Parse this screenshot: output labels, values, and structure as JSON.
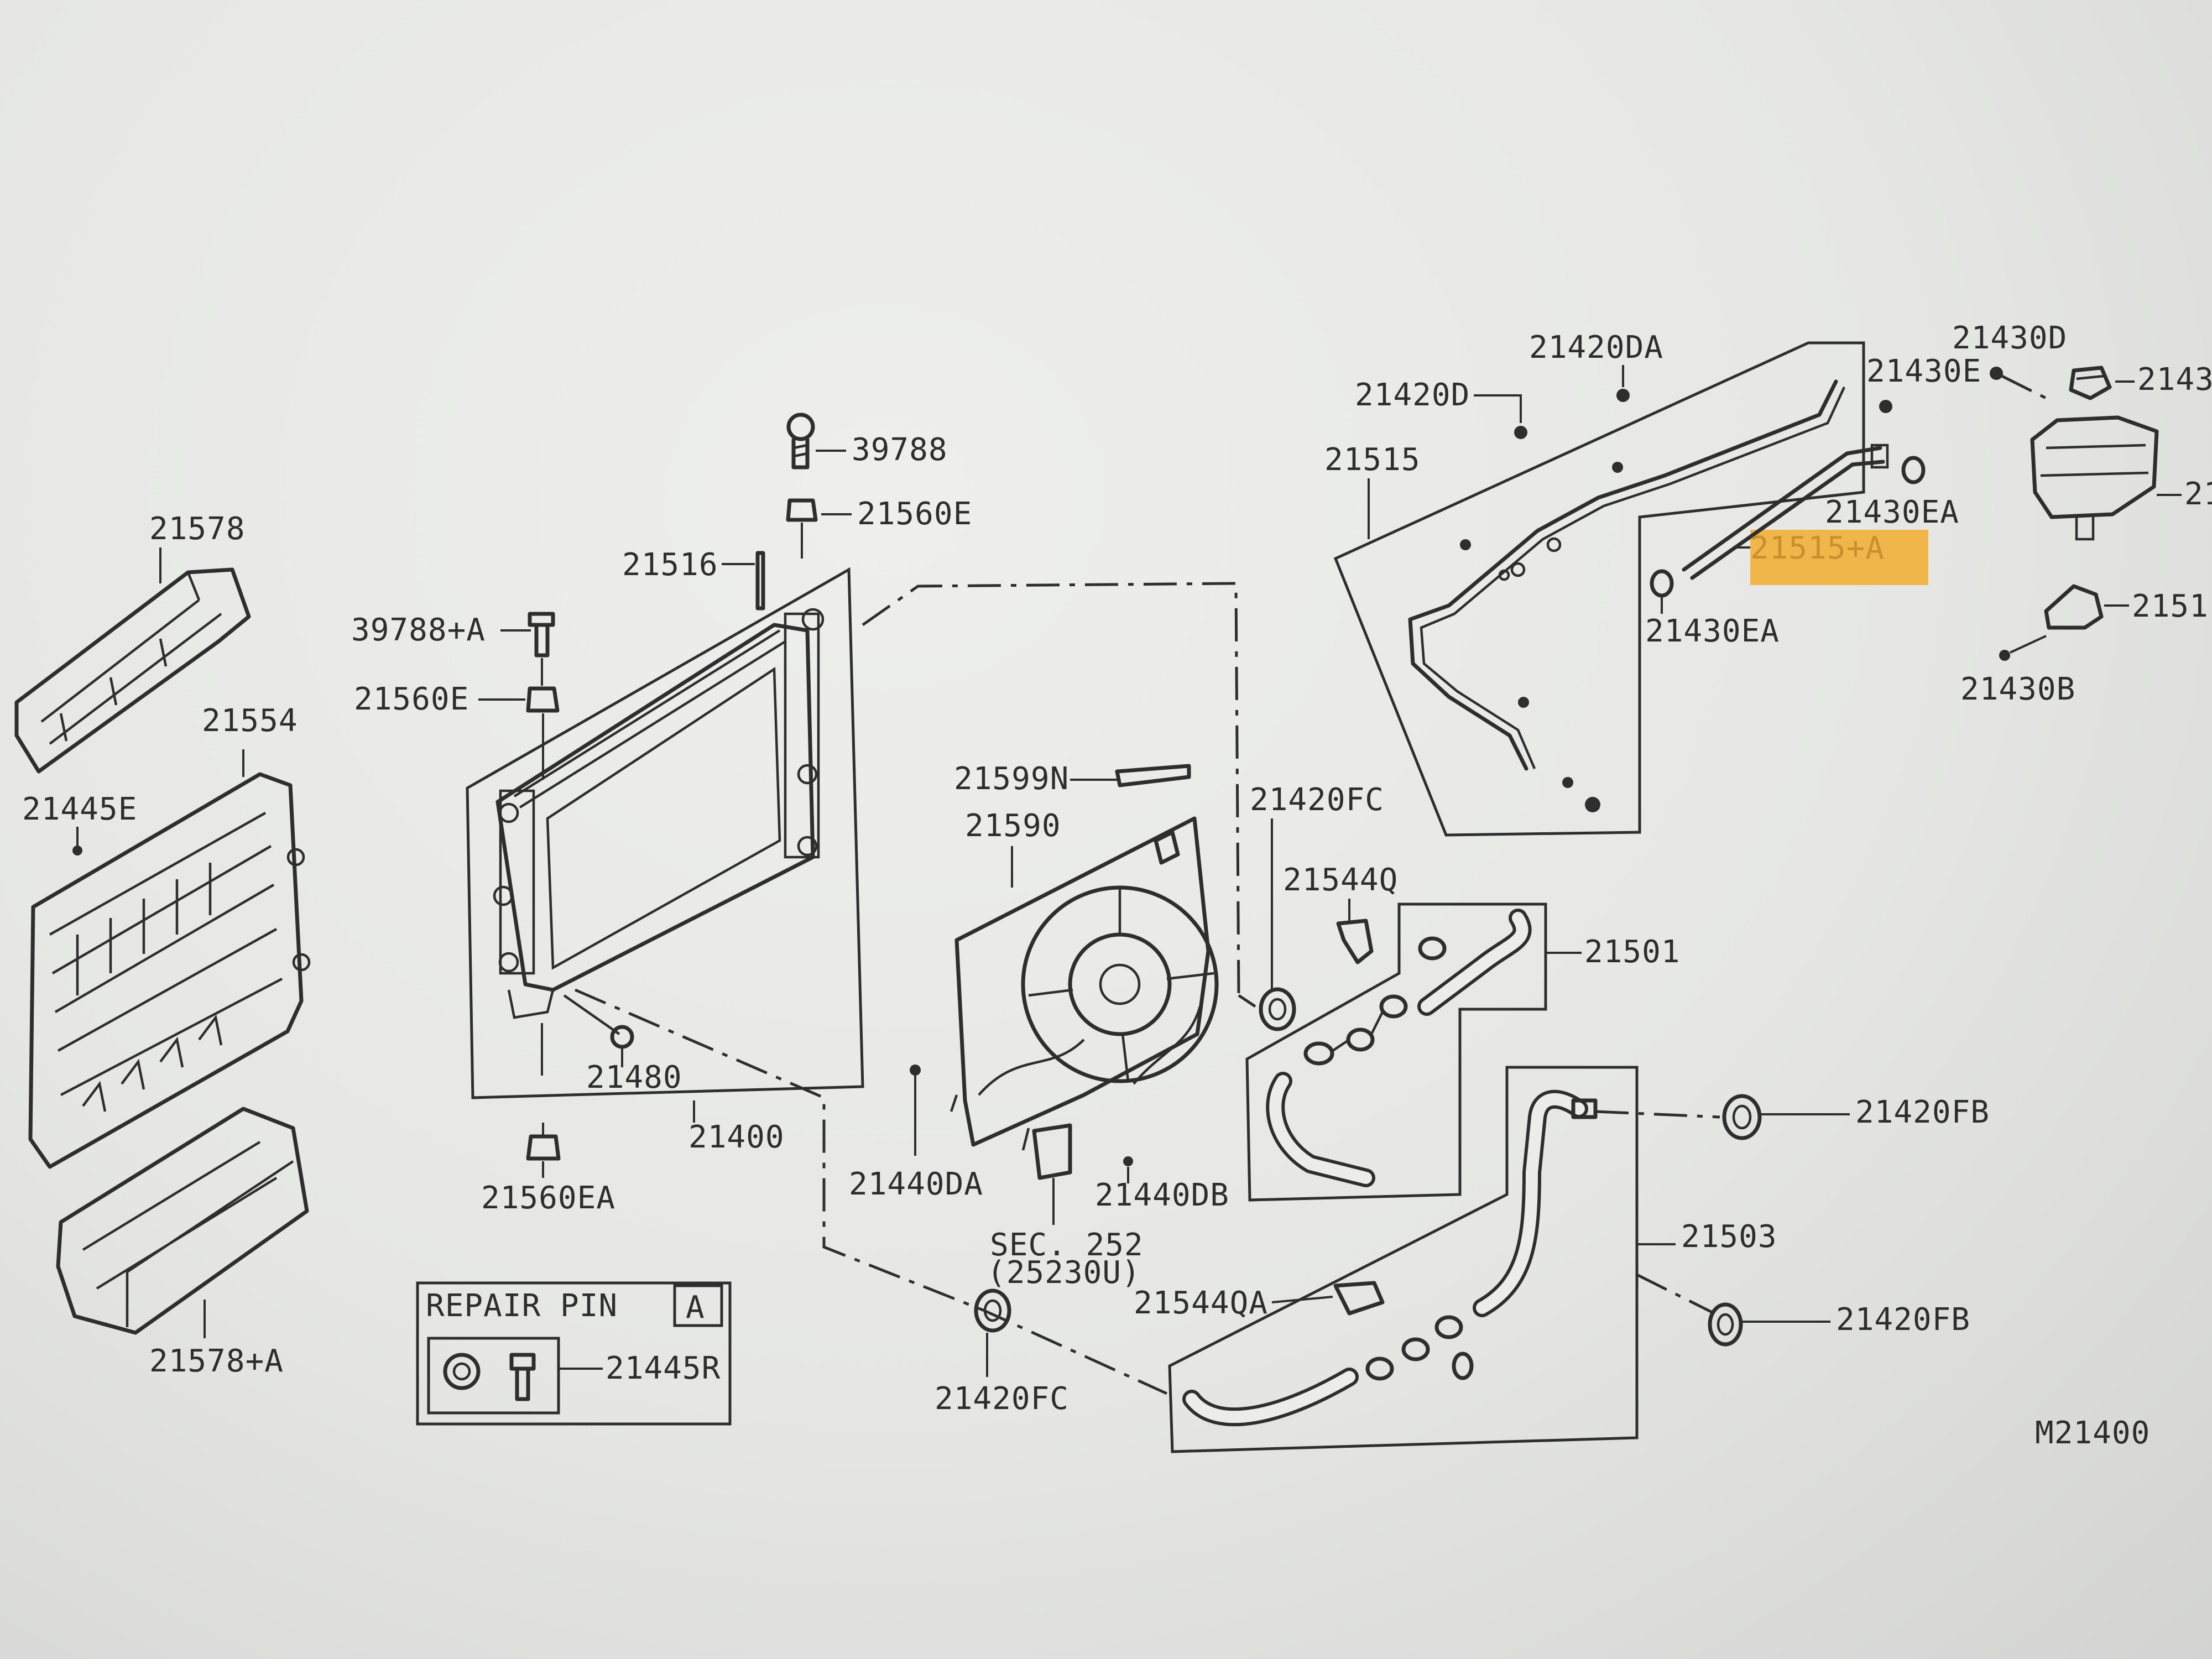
{
  "highlight_color": "#f0b64a",
  "diagram_code": "M21400",
  "repair_box": {
    "title": "REPAIR PIN",
    "tag": "A",
    "part": "21445R"
  },
  "labels": {
    "p21578": "21578",
    "p21554": "21554",
    "p21445E": "21445E",
    "p21578A": "21578+A",
    "p39788": "39788",
    "p21560E_top": "21560E",
    "p21516": "21516",
    "p39788A": "39788+A",
    "p21560E_mid": "21560E",
    "p21480": "21480",
    "p21400": "21400",
    "p21560EA": "21560EA",
    "p21599N": "21599N",
    "p21590": "21590",
    "p21440DA": "21440DA",
    "p21440DB": "21440DB",
    "sec": "SEC. 252",
    "sec_sub": "(25230U)",
    "p21420FC_top": "21420FC",
    "p21544Q": "21544Q",
    "p21501": "21501",
    "p21544QA": "21544QA",
    "p21420FC_bot": "21420FC",
    "p21503": "21503",
    "p21420FB_top": "21420FB",
    "p21420FB_bot": "21420FB",
    "p21420DA": "21420DA",
    "p21420D": "21420D",
    "p21515": "21515",
    "p21430E": "21430E",
    "p21430EA_top": "21430EA",
    "p21515A": "21515+A",
    "p21430EA_bot": "21430EA",
    "p21430D": "21430D",
    "p2143x": "2143",
    "p215x": "215",
    "p2151x": "2151",
    "p21430B": "21430B"
  }
}
